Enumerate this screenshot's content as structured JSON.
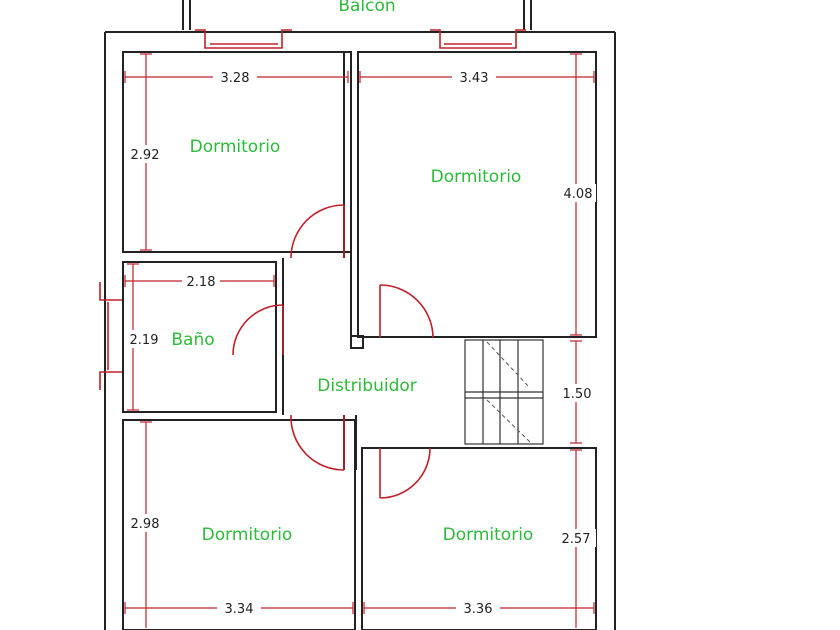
{
  "colors": {
    "walls": "#222222",
    "doors_and_dimensions": "#c0202a",
    "room_labels": "#2dbb3a",
    "dimension_text": "#222222"
  },
  "rooms": {
    "balcony": "Balcón",
    "bedroom_top_left": "Dormitorio",
    "bedroom_top_right": "Dormitorio",
    "bathroom": "Baño",
    "hall": "Distribuidor",
    "bedroom_bottom_left": "Dormitorio",
    "bedroom_bottom_right": "Dormitorio"
  },
  "dimensions": {
    "top_left_width": "3.28",
    "top_left_height": "2.92",
    "top_right_width": "3.43",
    "top_right_height": "4.08",
    "bath_width": "2.18",
    "bath_height": "2.19",
    "stair_height": "1.50",
    "bottom_left_height": "2.98",
    "bottom_left_width": "3.34",
    "bottom_right_height": "2.57",
    "bottom_right_width": "3.36"
  }
}
